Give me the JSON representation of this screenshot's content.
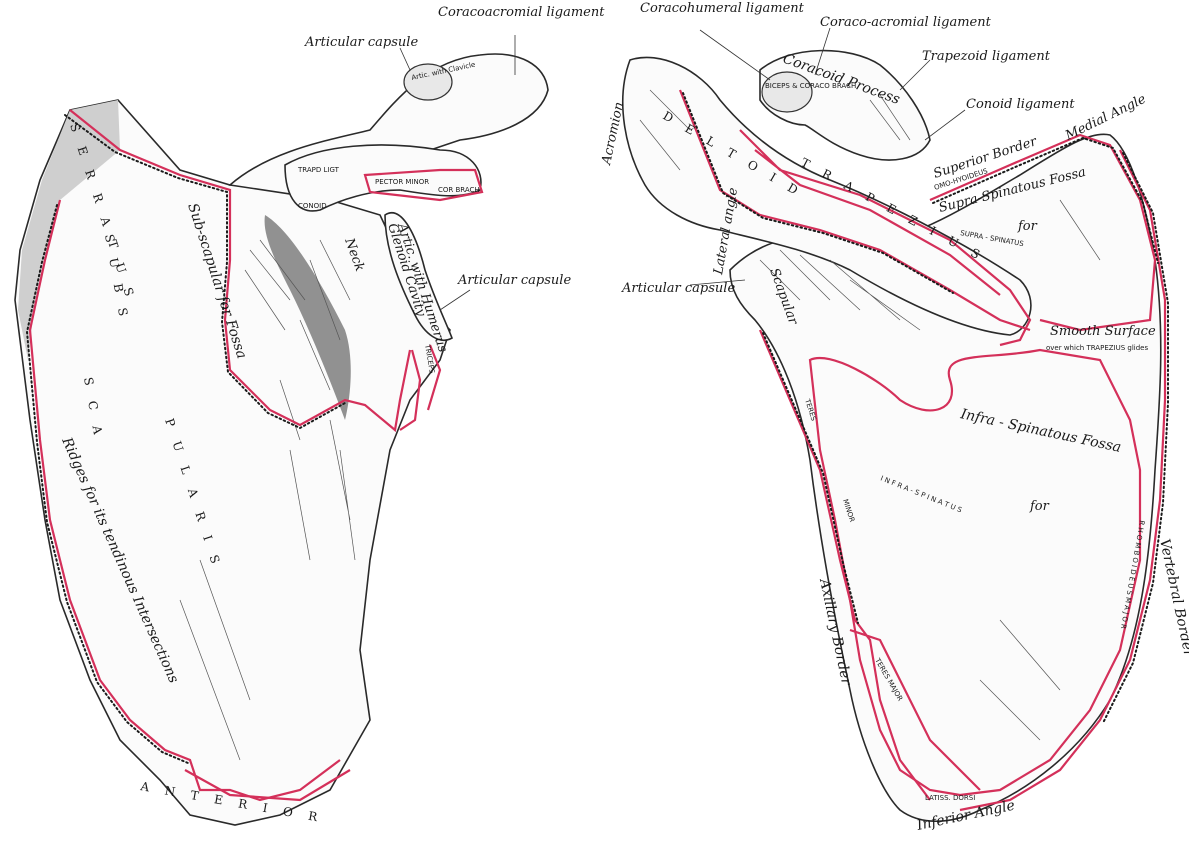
{
  "colors": {
    "attachment": "#d4305a",
    "bone_outline": "#2a2a2a",
    "ink": "#1a1a1a"
  },
  "left_view": {
    "labels": {
      "coracoacromial_ligament": "Coracoacromial ligament",
      "articular_capsule_top": "Articular capsule",
      "artic_with_clavicle": "Artic. with Clavicle",
      "trapd_ligt": "TRAPD LIGT",
      "conoid": "CONOID",
      "pector_minor": "PECTOR MINOR",
      "cor_brach": "COR BRACH",
      "artic_humerus": "Artic. with Humerus",
      "glenoid_cavity": "Glenoid Cavity",
      "neck": "Neck",
      "articular_capsule_side": "Articular capsule",
      "triceps": "TRICEPS",
      "serratus": "S E R R A T U S",
      "subscapularis_1": "S U B S",
      "subscapularis_2": "S C A",
      "subscapularis_3": "P U L A R I S",
      "subscapular_fossa": "Sub-scapular for Fossa",
      "ridges": "Ridges for its tendinous Intersections",
      "anterior": "A N T E R I O R"
    }
  },
  "right_view": {
    "labels": {
      "coracohumeral_ligament": "Coracohumeral ligament",
      "coraco_acromial_ligament": "Coraco-acromial ligament",
      "coracoid_process": "Coracoid Process",
      "trapezoid_ligament": "Trapezoid ligament",
      "conoid_ligament": "Conoid ligament",
      "biceps_coraco_brach": "BICEPS & CORACO BRACH",
      "acromion": "Acromion",
      "deltoid": "D E L T O I D",
      "superior_border": "Superior Border",
      "omo_hyoideus": "OMO-HYOIDEUS",
      "medial_angle": "Medial Angle",
      "supraspinatous_fossa": "Supra-Spinatous Fossa",
      "for_1": "for",
      "trapezius": "T R A P E Z I U S",
      "supraspinatus": "SUPRA - SPINATUS",
      "articular_capsule": "Articular capsule",
      "lateral_angle": "Lateral angle",
      "scapular": "Scapular",
      "smooth_surface": "Smooth Surface",
      "over_which": "over which TRAPEZIUS glides",
      "infraspinatous_fossa": "Infra - Spinatous Fossa",
      "for_2": "for",
      "infraspinatus": "I N F R A - S P I N A T U S",
      "teres": "TERES",
      "minor": "MINOR",
      "teres_major": "TERES MAJOR",
      "axillary_border": "Axillary Border",
      "vertebral_border": "Vertebral Border",
      "rhomboideus_major": "R H O M B O I D E U S  M A J O R",
      "inferior_angle": "Inferior Angle",
      "latiss_dorsi": "LATISS. DORSI"
    }
  }
}
